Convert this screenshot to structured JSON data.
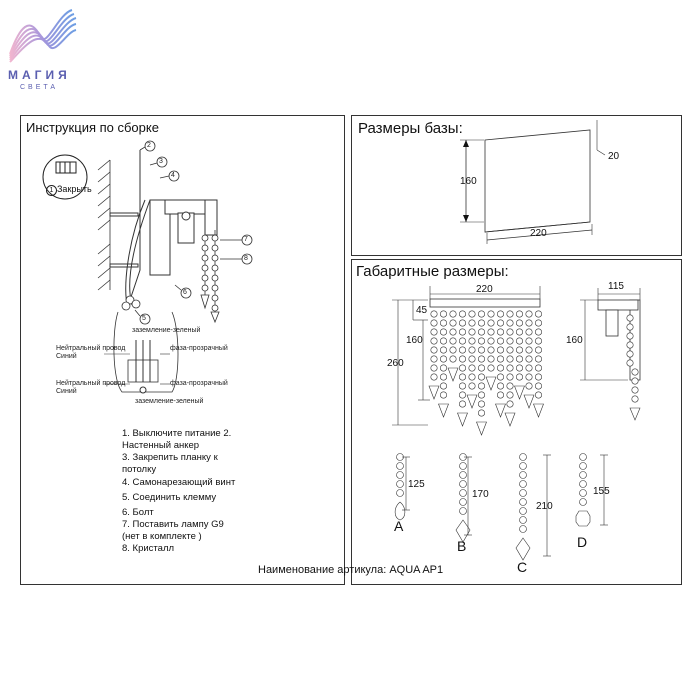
{
  "logo": {
    "name": "МАГИЯ",
    "subtitle": "СВЕТА",
    "colors": [
      "#e9a4c6",
      "#9a8fd8",
      "#6f9be0"
    ]
  },
  "assembly": {
    "title": "Инструкция по сборке",
    "close_label": "Закрыть",
    "close_number": "1",
    "callouts": [
      "2",
      "3",
      "4",
      "5",
      "6",
      "7",
      "8"
    ],
    "wiring": {
      "ground_top": "заземление-зеленый",
      "neutral_top": "Нейтральный провод\nСиний",
      "phase_top": "фаза-прозрачный",
      "neutral_bottom": "Нейтральный провод\nСиний",
      "phase_bottom": "фаза-прозрачный",
      "ground_bottom": "заземление-зеленый"
    },
    "steps": [
      "1. Выключите питание 2.",
      "Настенный анкер",
      "3. Закрепить планку к",
      "потолку",
      "4. Самонарезающий винт",
      "5. Соединить клемму",
      "6. Болт",
      "7. Поставить лампу G9",
      "(нет в комплекте )",
      "8. Кристалл"
    ]
  },
  "base": {
    "title": "Размеры базы:",
    "height": "160",
    "width": "220",
    "depth": "20"
  },
  "overall": {
    "title": "Габаритные размеры:",
    "width": "220",
    "top_offset": "45",
    "inner_height": "160",
    "total_height": "260",
    "side_depth": "115",
    "side_height": "160"
  },
  "crystals": [
    {
      "letter": "A",
      "length": "125"
    },
    {
      "letter": "B",
      "length": "170"
    },
    {
      "letter": "C",
      "length": "210"
    },
    {
      "letter": "D",
      "length": "155"
    }
  ],
  "article": "Наименование артикула: AQUA AP1"
}
